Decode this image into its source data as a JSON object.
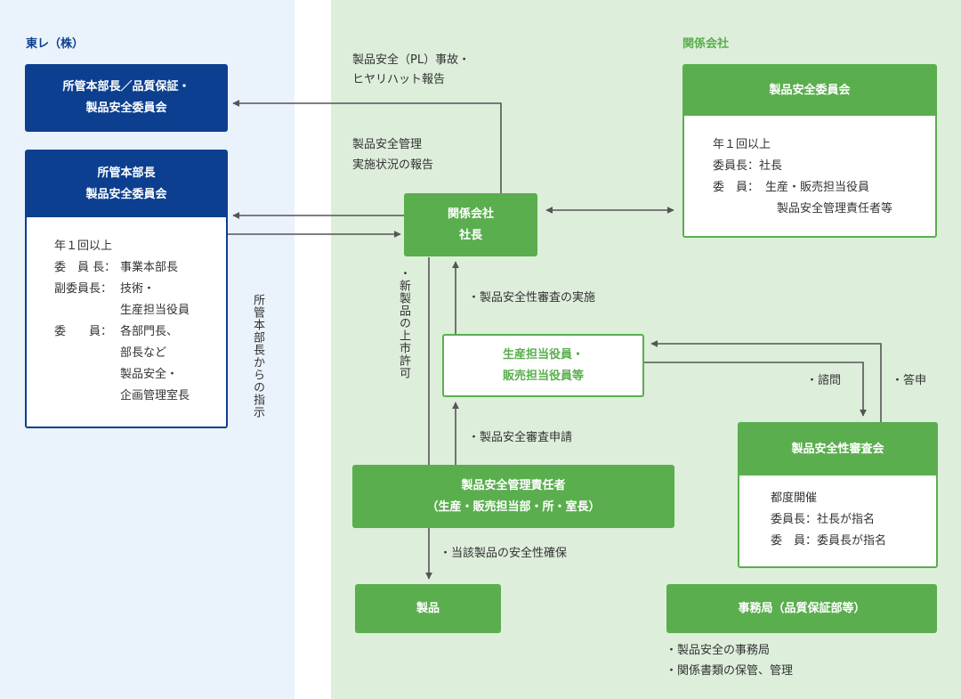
{
  "sections": {
    "left_title": "東レ（株）",
    "right_title": "関係会社"
  },
  "boxes": {
    "quality_committee": {
      "line1": "所管本部長／品質保証・",
      "line2": "製品安全委員会"
    },
    "division_committee": {
      "line1": "所管本部長",
      "line2": "製品安全委員会",
      "freq": "年１回以上",
      "chair_label": "委　員 長：",
      "chair_value": "事業本部長",
      "vice_label": "副委員長：",
      "vice_value1": "技術・",
      "vice_value2": "生産担当役員",
      "member_label": "委　　員：",
      "member_value1": "各部門長、",
      "member_value2": "部長など",
      "member_value3": "製品安全・",
      "member_value4": "企画管理室長"
    },
    "president": {
      "line1": "関係会社",
      "line2": "社長"
    },
    "affiliate_committee": {
      "title": "製品安全委員会",
      "freq": "年１回以上",
      "chair": "委員長：社長",
      "member_label": "委　員：",
      "member_value1": "生産・販売担当役員",
      "member_value2": "製品安全管理責任者等"
    },
    "officers": {
      "line1": "生産担当役員・",
      "line2": "販売担当役員等"
    },
    "review_board": {
      "title": "製品安全性審査会",
      "freq": "都度開催",
      "chair": "委員長：社長が指名",
      "member": "委　員：委員長が指名"
    },
    "manager": {
      "line1": "製品安全管理責任者",
      "line2": "（生産・販売担当部・所・室長）"
    },
    "product": {
      "label": "製品"
    },
    "secretariat": {
      "label": "事務局（品質保証部等）"
    }
  },
  "notes": {
    "pl_report_1": "製品安全（PL）事故・",
    "pl_report_2": "ヒヤリハット報告",
    "status_report_1": "製品安全管理",
    "status_report_2": "実施状況の報告",
    "review_exec": "・製品安全性審査の実施",
    "review_request": "・製品安全審査申請",
    "consult": "・諮問",
    "answer": "・答申",
    "ensure_safety": "・当該製品の安全性確保",
    "secretariat_1": "・製品安全の事務局",
    "secretariat_2": "・関係書類の保管、管理",
    "division_instruction": "所管本部長からの指示",
    "launch_permission": "・新製品の上市許可"
  },
  "colors": {
    "navy": "#0c3f8f",
    "green": "#5aae4e",
    "left_bg": "#eaf2fb",
    "right_bg": "#ddeedb",
    "arrow": "#555555"
  }
}
